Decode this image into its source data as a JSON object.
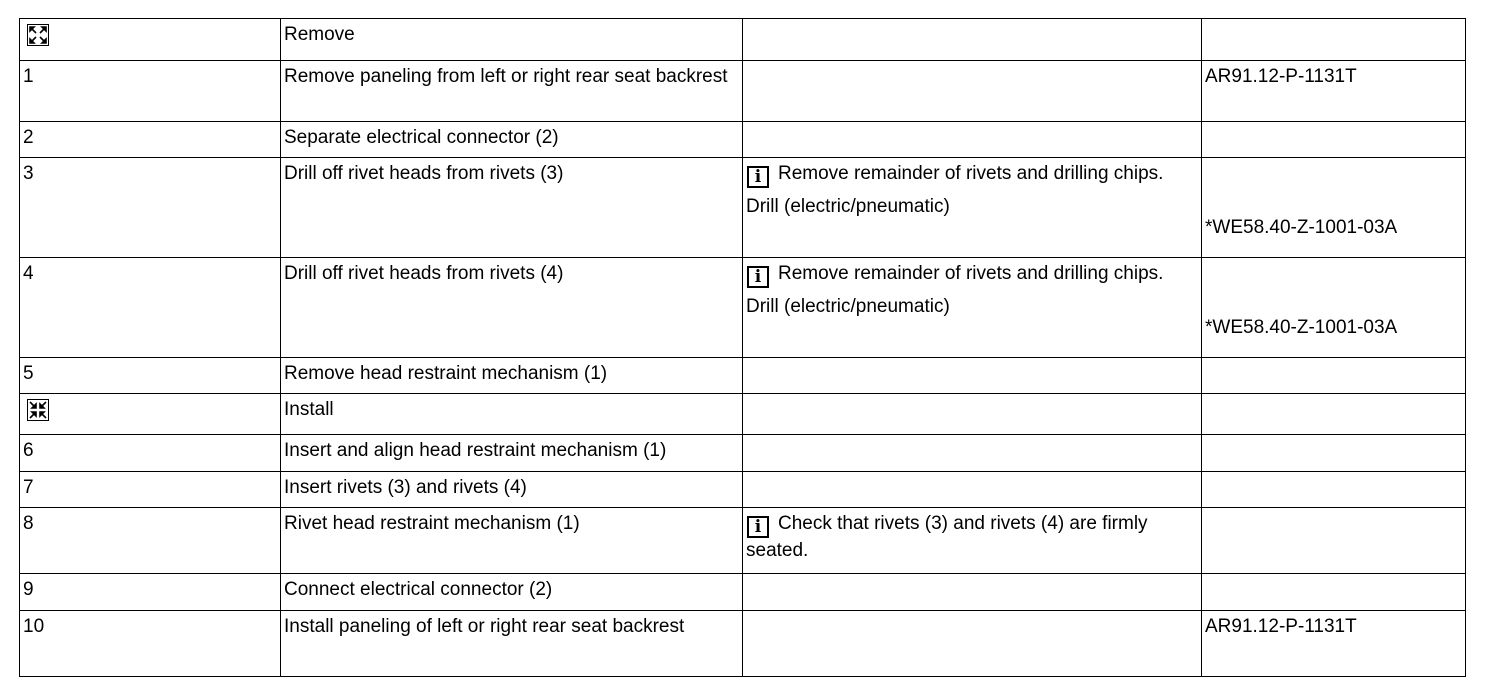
{
  "rows": [
    {
      "kind": "phase",
      "icon": "remove-phase-icon",
      "text": "Remove",
      "note": "",
      "tool": "",
      "ref": ""
    },
    {
      "kind": "step",
      "num": "1",
      "text": "Remove paneling from left or right rear seat backrest",
      "note": "",
      "tool": "",
      "ref": "AR91.12-P-1131T"
    },
    {
      "kind": "step",
      "num": "2",
      "text": "Separate electrical connector (2)",
      "note": "",
      "tool": "",
      "ref": ""
    },
    {
      "kind": "step",
      "num": "3",
      "text": "Drill off rivet heads from rivets (3)",
      "note": "Remove remainder of rivets and drilling chips.",
      "tool": "Drill (electric/pneumatic)",
      "ref": "*WE58.40-Z-1001-03A"
    },
    {
      "kind": "step",
      "num": "4",
      "text": "Drill off rivet heads from rivets (4)",
      "note": "Remove remainder of rivets and drilling chips.",
      "tool": "Drill (electric/pneumatic)",
      "ref": "*WE58.40-Z-1001-03A"
    },
    {
      "kind": "step",
      "num": "5",
      "text": "Remove head restraint mechanism (1)",
      "note": "",
      "tool": "",
      "ref": ""
    },
    {
      "kind": "phase",
      "icon": "install-phase-icon",
      "text": "Install",
      "note": "",
      "tool": "",
      "ref": ""
    },
    {
      "kind": "step",
      "num": "6",
      "text": "Insert and align head restraint mechanism (1)",
      "note": "",
      "tool": "",
      "ref": ""
    },
    {
      "kind": "step",
      "num": "7",
      "text": "Insert rivets (3) and rivets (4)",
      "note": "",
      "tool": "",
      "ref": ""
    },
    {
      "kind": "step",
      "num": "8",
      "text": "Rivet head restraint mechanism (1)",
      "note": "Check that rivets (3) and rivets (4) are firmly seated.",
      "tool": "",
      "ref": ""
    },
    {
      "kind": "step",
      "num": "9",
      "text": "Connect electrical connector (2)",
      "note": "",
      "tool": "",
      "ref": ""
    },
    {
      "kind": "step",
      "num": "10",
      "text": "Install paneling of left or right rear seat backrest",
      "note": "",
      "tool": "",
      "ref": "AR91.12-P-1131T"
    }
  ],
  "info_icon_glyph": "i"
}
